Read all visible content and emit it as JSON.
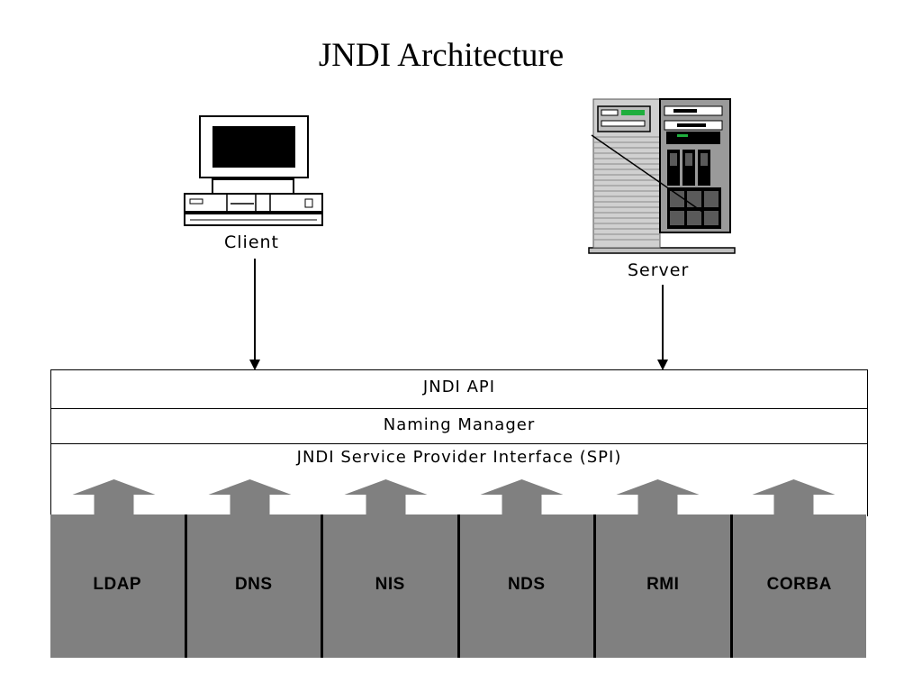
{
  "title": "JNDI Architecture",
  "client": {
    "label": "Client",
    "icon": "desktop-computer-icon"
  },
  "server": {
    "label": "Server",
    "icon": "server-tower-icon"
  },
  "layers": {
    "api": "JNDI API",
    "naming_manager": "Naming Manager",
    "spi": "JNDI Service Provider Interface (SPI)"
  },
  "providers": [
    "LDAP",
    "DNS",
    "NIS",
    "NDS",
    "RMI",
    "CORBA"
  ],
  "colors": {
    "provider_fill": "#808080",
    "line": "#000000",
    "background": "#ffffff"
  }
}
